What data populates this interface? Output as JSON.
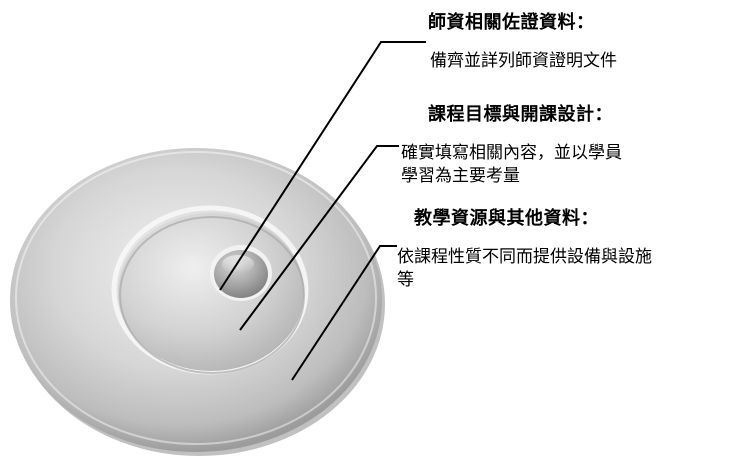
{
  "items": [
    {
      "heading": "師資相關佐證資料：",
      "description": "備齊並詳列師資證明文件"
    },
    {
      "heading": "課程目標與開課設計：",
      "description": "確實填寫相關內容，並以學員\n學習為主要考量"
    },
    {
      "heading": "教學資源與其他資料：",
      "description": "依課程性質不同而提供設備與設施\n等"
    }
  ]
}
